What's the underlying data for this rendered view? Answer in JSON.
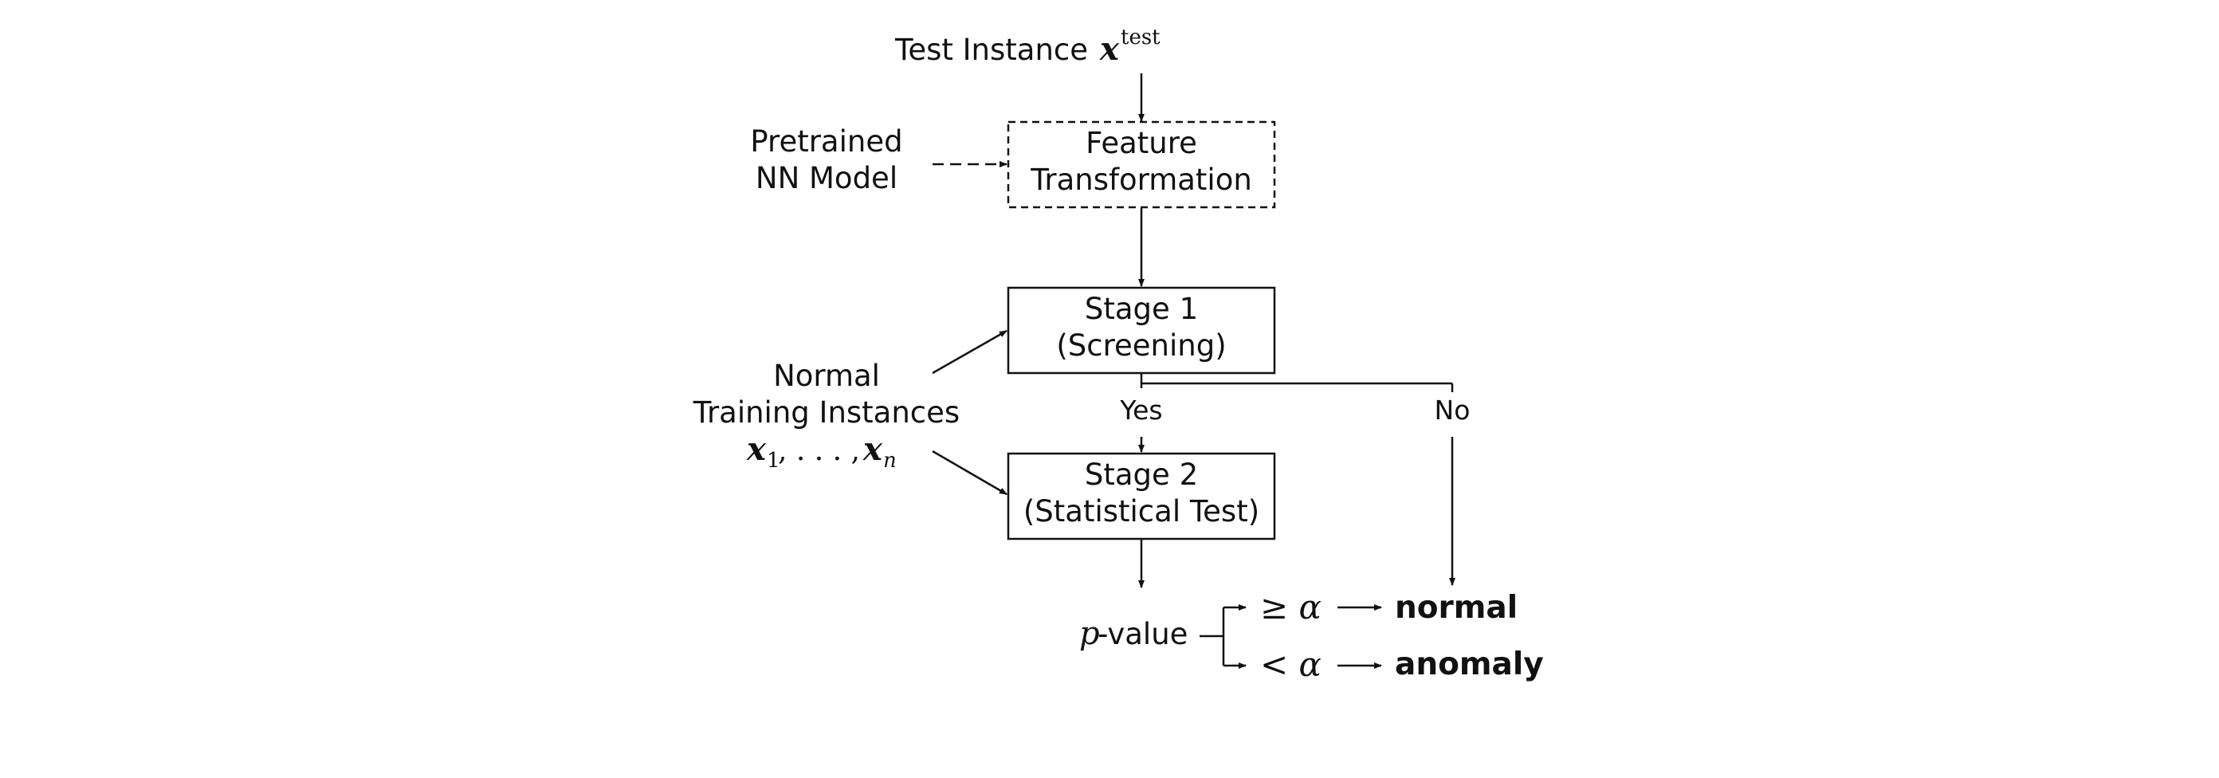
{
  "nodes": {
    "test_instance": {
      "label": "Test Instance",
      "symbol": "x",
      "superscript": "test"
    },
    "pretrained_model": {
      "line1": "Pretrained",
      "line2": "NN Model"
    },
    "feature_transformation": {
      "line1": "Feature",
      "line2": "Transformation"
    },
    "stage1": {
      "line1": "Stage 1",
      "line2": "(Screening)"
    },
    "stage2": {
      "line1": "Stage 2",
      "line2": "(Statistical Test)"
    },
    "training_instances": {
      "line1": "Normal",
      "line2": "Training Instances",
      "math": {
        "x1": "x",
        "sub1": "1",
        "sep": ", . . . , ",
        "xn": "x",
        "subn": "n"
      }
    },
    "p_value": {
      "symbol": "p",
      "text": "-value"
    }
  },
  "branches": {
    "yes": "Yes",
    "no": "No"
  },
  "thresholds": {
    "ge": "≥ α",
    "lt": "< α"
  },
  "outcomes": {
    "normal": "normal",
    "anomaly": "anomaly"
  }
}
